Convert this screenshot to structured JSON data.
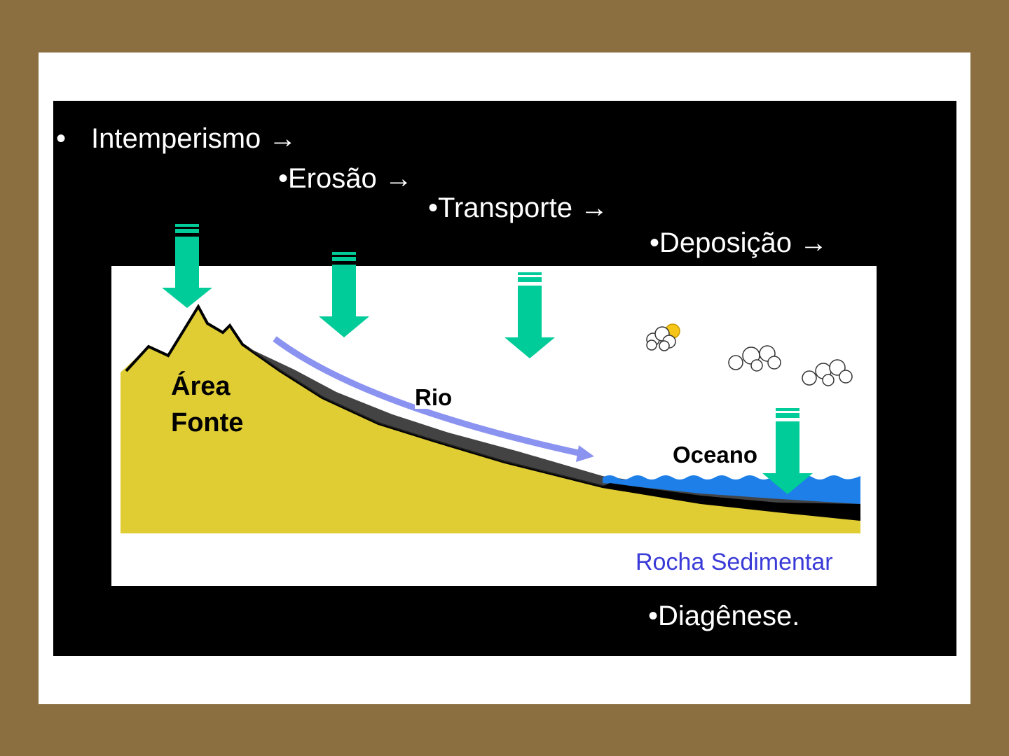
{
  "steps": {
    "intemperismo": "Intemperismo →",
    "erosao": "•Erosão →",
    "transporte": "•Transporte →",
    "deposicao": "•Deposição →",
    "diagenese": "•Diagênese."
  },
  "bullet": "•",
  "labels": {
    "area": "Área",
    "fonte": "Fonte",
    "rio": "Rio",
    "oceano": "Oceano",
    "rocha": "Rocha Sedimentar"
  },
  "colors": {
    "frame": "#8b6f40",
    "arrow": "#00cc99",
    "ground": "#e0cc33",
    "river": "#8b93f0",
    "ocean": "#1e7fe8",
    "rocha": "#3a3ad8"
  }
}
